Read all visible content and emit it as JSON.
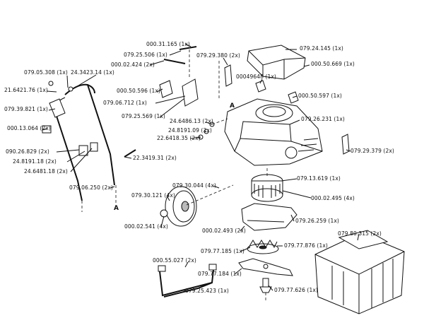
{
  "parts": [
    {
      "id": "p1",
      "label": "000.31.165 (1x)"
    },
    {
      "id": "p2",
      "label": "079.24.145 (1x)"
    },
    {
      "id": "p3",
      "label": "079.25.506 (1x)"
    },
    {
      "id": "p4",
      "label": "079.29.380 (2x)"
    },
    {
      "id": "p5",
      "label": "000.02.424 (2x)"
    },
    {
      "id": "p6",
      "label": "000.50.669 (1x)"
    },
    {
      "id": "p7",
      "label": "079.05.308 (1x)"
    },
    {
      "id": "p8",
      "label": "24.3423.14 (1x)"
    },
    {
      "id": "p9",
      "label": "00049648 (1x)"
    },
    {
      "id": "p10",
      "label": "21.6421.76 (1x)"
    },
    {
      "id": "p11",
      "label": "000.50.596 (1x)"
    },
    {
      "id": "p12",
      "label": "000.50.597 (1x)"
    },
    {
      "id": "p13",
      "label": "079.39.821 (1x)"
    },
    {
      "id": "p14",
      "label": "079.06.712 (1x)"
    },
    {
      "id": "p15",
      "label": "079.25.569 (1x)"
    },
    {
      "id": "p16",
      "label": "079.26.231 (1x)"
    },
    {
      "id": "p17",
      "label": "000.13.064 (2x)"
    },
    {
      "id": "p18",
      "label": "24.6486.13 (2x)"
    },
    {
      "id": "p19",
      "label": "24.8191.09 (2x)"
    },
    {
      "id": "p20",
      "label": "22.6418.35 (2x)"
    },
    {
      "id": "p21",
      "label": "079.29.379 (2x)"
    },
    {
      "id": "p22",
      "label": "090.26.829 (2x)"
    },
    {
      "id": "p23",
      "label": "22.3419.31 (2x)"
    },
    {
      "id": "p24",
      "label": "24.8191.18 (2x)"
    },
    {
      "id": "p25",
      "label": "24.6481.18 (2x)"
    },
    {
      "id": "p26",
      "label": "079.13.619 (1x)"
    },
    {
      "id": "p27",
      "label": "079.06.250 (2x)"
    },
    {
      "id": "p28",
      "label": "079.30.044 (4x)"
    },
    {
      "id": "p29",
      "label": "000.02.495 (4x)"
    },
    {
      "id": "p30",
      "label": "079.30.121 (4x)"
    },
    {
      "id": "p31",
      "label": "079.26.259 (1x)"
    },
    {
      "id": "p32",
      "label": "000.02.541 (4x)"
    },
    {
      "id": "p33",
      "label": "000.02.493 (2x)"
    },
    {
      "id": "p34",
      "label": "079.80.315 (2x)"
    },
    {
      "id": "p35",
      "label": "079.77.185 (1x)"
    },
    {
      "id": "p36",
      "label": "079.77.876 (1x)"
    },
    {
      "id": "p37",
      "label": "000.55.027 (2x)"
    },
    {
      "id": "p38",
      "label": "079.77.184 (1x)"
    },
    {
      "id": "p39",
      "label": "079.25.423 (1x)"
    },
    {
      "id": "p40",
      "label": "079.77.626 (1x)"
    }
  ],
  "section_markers": [
    {
      "id": "m1",
      "label": "A"
    },
    {
      "id": "m2",
      "label": "A"
    }
  ]
}
